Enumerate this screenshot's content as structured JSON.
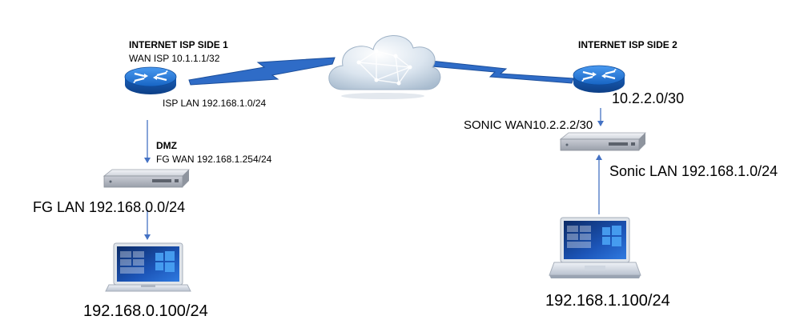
{
  "isp1": {
    "title": "INTERNET ISP SIDE 1",
    "wan": "WAN ISP 10.1.1.1/32",
    "lan": "ISP LAN 192.168.1.0/24",
    "router_icon": "router-icon"
  },
  "isp2": {
    "title": "INTERNET ISP SIDE 2",
    "wan": "10.2.2.0/30",
    "router_icon": "router-icon"
  },
  "internet": {
    "icon": "cloud-icon"
  },
  "fortigate": {
    "dmz_label": "DMZ",
    "wan": "FG WAN 192.168.1.254/24",
    "lan": "FG LAN 192.168.0.0/24",
    "icon": "firewall-appliance-icon"
  },
  "sonicwall": {
    "wan": "SONIC WAN10.2.2.2/30",
    "lan": "Sonic LAN 192.168.1.0/24",
    "icon": "firewall-appliance-icon"
  },
  "client_left": {
    "ip": "192.168.0.100/24",
    "icon": "laptop-icon"
  },
  "client_right": {
    "ip": "192.168.1.100/24",
    "icon": "laptop-icon"
  },
  "colors": {
    "link": "#4472c4",
    "lightning": "#2f6cc7",
    "router": "#1f6fd1",
    "cloud": "#c9d7e6"
  }
}
